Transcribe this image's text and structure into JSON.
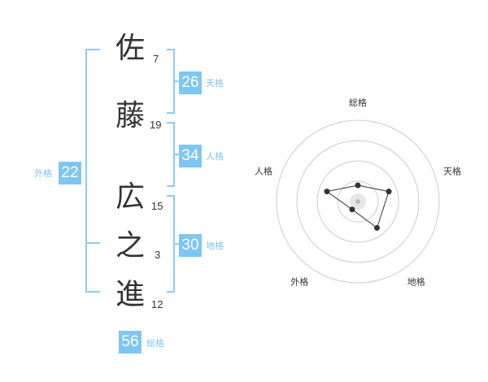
{
  "name": {
    "characters": [
      {
        "char": "佐",
        "strokes": "7"
      },
      {
        "char": "藤",
        "strokes": "19"
      },
      {
        "char": "広",
        "strokes": "15"
      },
      {
        "char": "之",
        "strokes": "3"
      },
      {
        "char": "進",
        "strokes": "12"
      }
    ]
  },
  "fortunes": {
    "tenkaku": {
      "value": "26",
      "label": "天格"
    },
    "jinkaku": {
      "value": "34",
      "label": "人格"
    },
    "chikaku": {
      "value": "30",
      "label": "地格"
    },
    "gaikaku": {
      "value": "22",
      "label": "外格"
    },
    "soukaku": {
      "value": "56",
      "label": "総格"
    }
  },
  "radar": {
    "axes": [
      "総格",
      "天格",
      "地格",
      "外格",
      "人格"
    ],
    "levels": 4,
    "values": [
      1,
      2,
      2,
      0.6,
      2
    ],
    "max": 5,
    "colors": {
      "ring": "#cccccc",
      "center_fill": "#e6e6e6",
      "center_dot": "#bbbbbb",
      "line": "#333333",
      "point": "#333333",
      "bracket": "#8ecbf5",
      "badge": "#7ec6f3"
    }
  }
}
